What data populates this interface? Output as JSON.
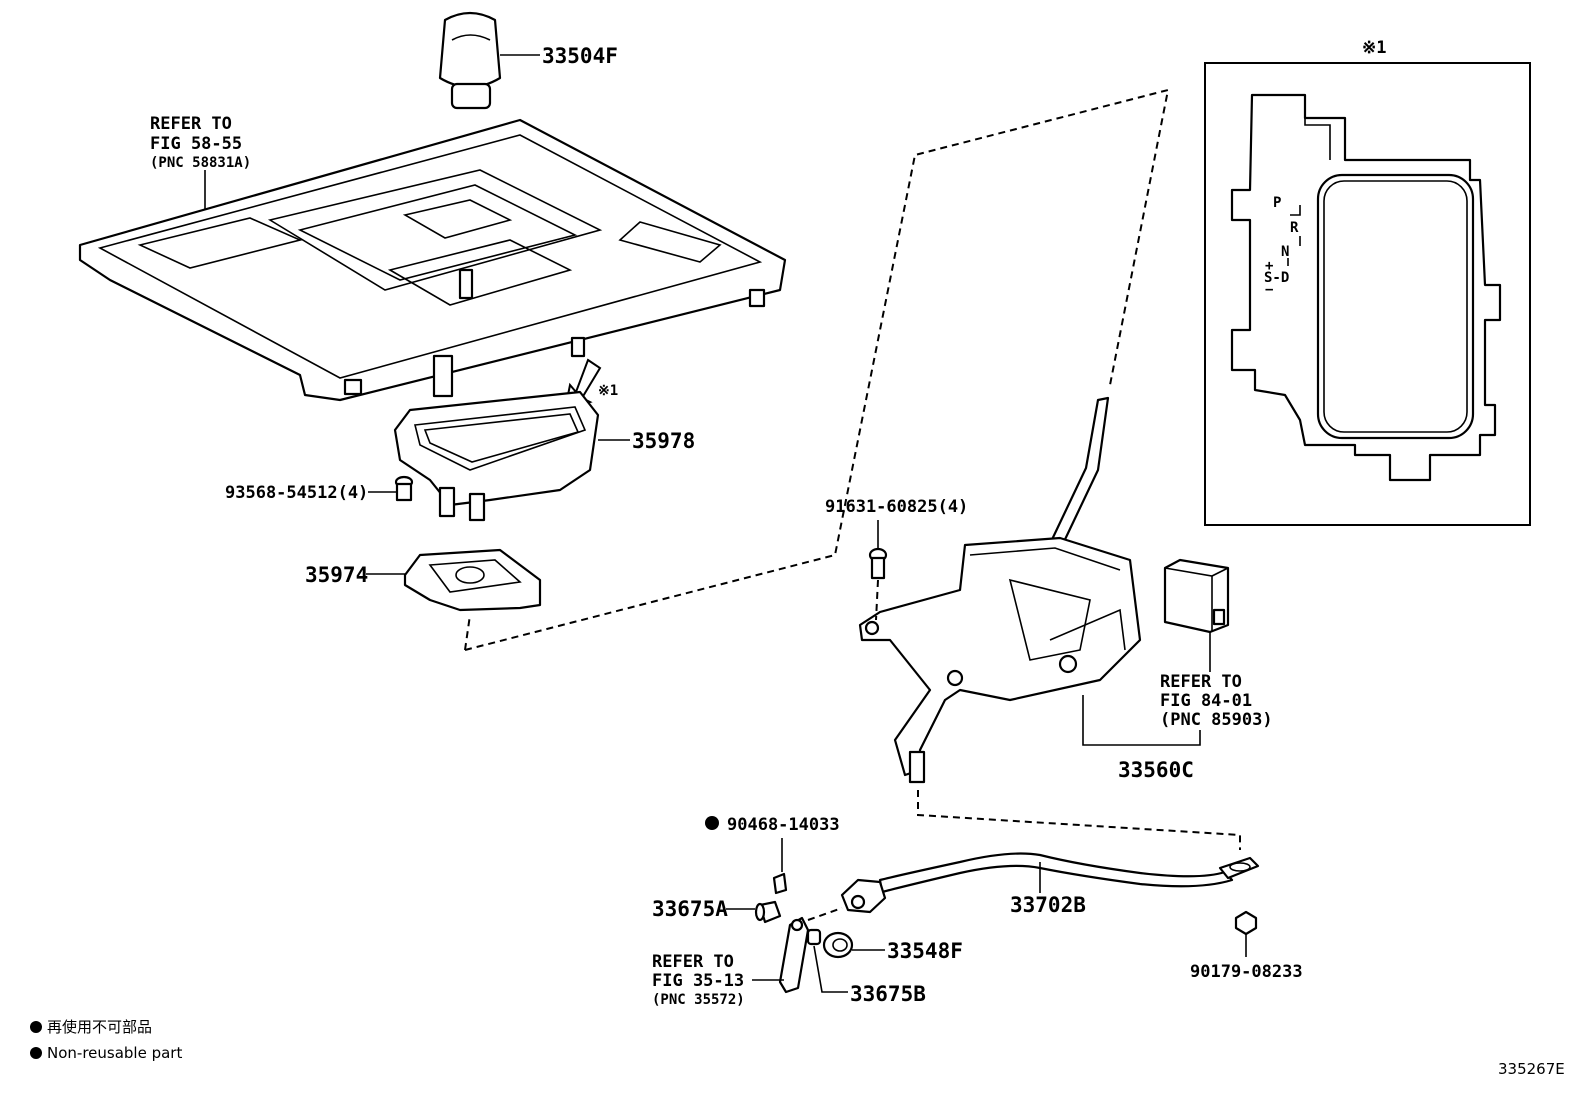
{
  "labels": {
    "knob": "33504F",
    "refer_5855_l1": "REFER TO",
    "refer_5855_l2": "FIG 58-55",
    "refer_5855_l3": "(PNC 58831A)",
    "note_mark": "※1",
    "housing": "35978",
    "bolt_small": "93568-54512(4)",
    "bracket": "35974",
    "bolt_lever": "91631-60825(4)",
    "refer_8401_l1": "REFER TO",
    "refer_8401_l2": "FIG 84-01",
    "refer_8401_l3": "(PNC 85903)",
    "lever_assy": "33560C",
    "clip_pin": "90468-14033",
    "pin_a": "33675A",
    "refer_3513_l1": "REFER TO",
    "refer_3513_l2": "FIG 35-13",
    "refer_3513_l3": "(PNC 35572)",
    "bushing_b": "33675B",
    "bushing_f": "33548F",
    "cable": "33702B",
    "nut": "90179-08233",
    "gate_p": "P",
    "gate_r": "R",
    "gate_n": "N",
    "gate_plus": "+",
    "gate_sd": "S-D",
    "gate_minus": "−",
    "inset_mark": "※1",
    "figure_id": "335267E"
  },
  "legend": {
    "jp": "再使用不可部品",
    "en": "Non-reusable part"
  }
}
